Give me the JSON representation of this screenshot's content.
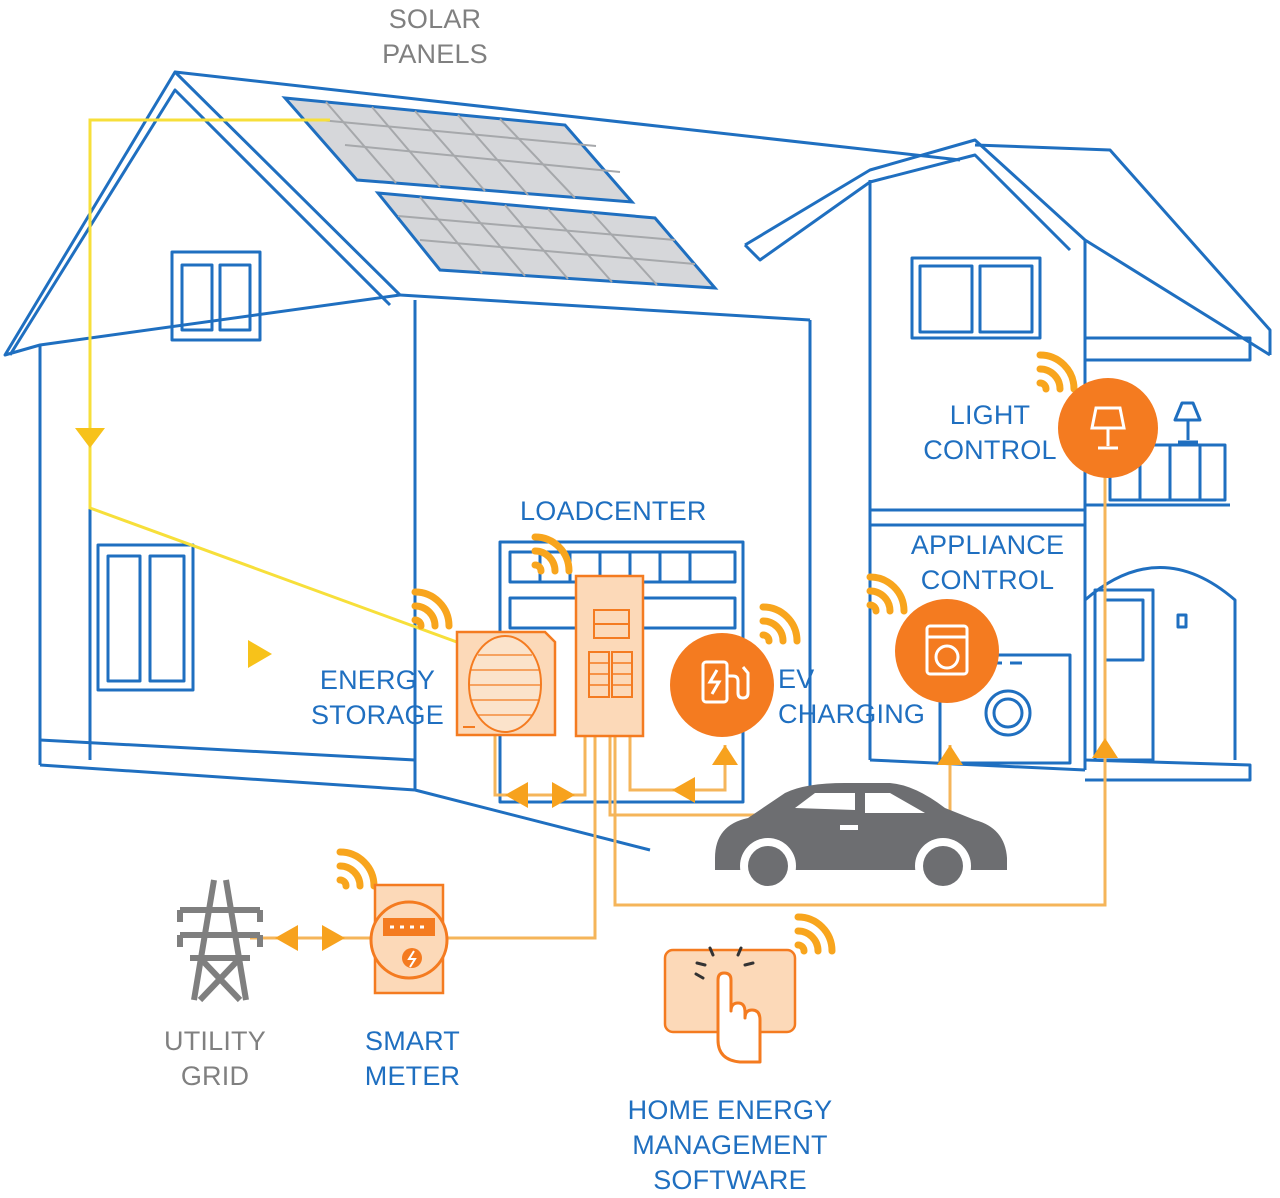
{
  "labels": {
    "solar_panels": [
      "SOLAR",
      "PANELS"
    ],
    "loadcenter": [
      "LOADCENTER"
    ],
    "light_control": [
      "LIGHT",
      "CONTROL"
    ],
    "appliance_control": [
      "APPLIANCE",
      "CONTROL"
    ],
    "energy_storage": [
      "ENERGY",
      "STORAGE"
    ],
    "ev_charging": [
      "EV",
      "CHARGING"
    ],
    "utility_grid": [
      "UTILITY",
      "GRID"
    ],
    "smart_meter": [
      "SMART",
      "METER"
    ],
    "hems": [
      "HOME ENERGY",
      "MANAGEMENT",
      "SOFTWARE"
    ]
  },
  "colors": {
    "house_outline": "#1f6fc0",
    "solar_flow": "#f7df3a",
    "energy_flow": "#f5b55a",
    "accent_orange": "#f47b20",
    "device_fill": "#fcd9b8",
    "panel_grey": "#d6d7da",
    "car_grey": "#6d6e71"
  },
  "icons": [
    "wifi-signal-icon",
    "lamp-icon",
    "washing-machine-icon",
    "ev-charger-icon",
    "power-tower-icon",
    "smart-meter-icon",
    "touch-hand-icon"
  ]
}
